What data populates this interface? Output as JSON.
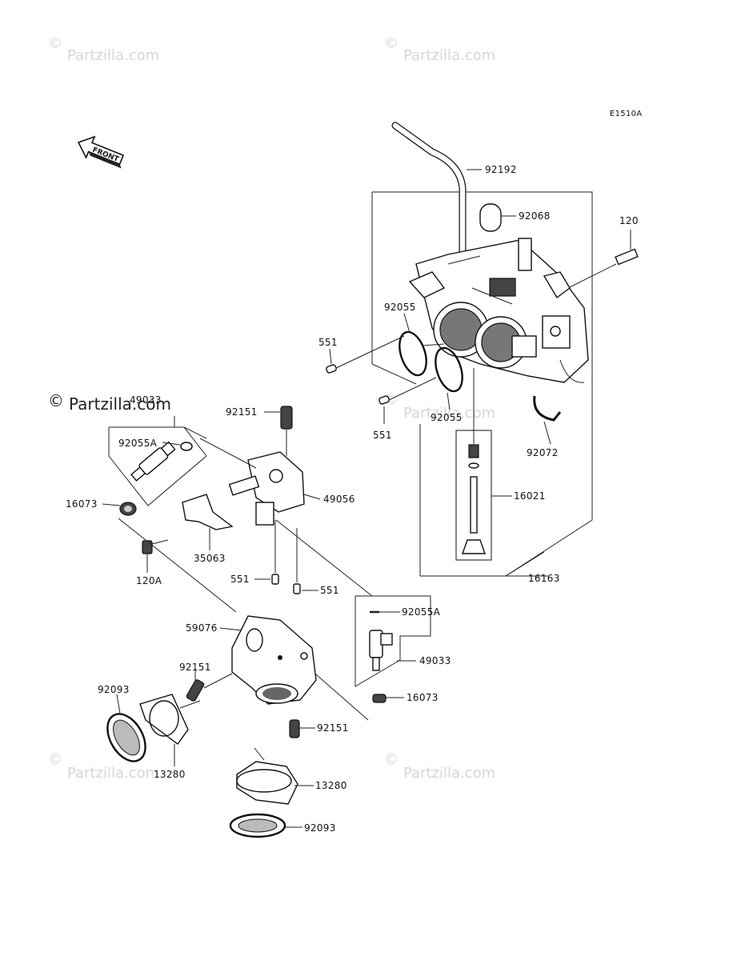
{
  "diagram_code": "E1510A",
  "front_label": "FRONT",
  "watermarks": {
    "text": "Partzilla.com",
    "copyright": "©"
  },
  "callouts": {
    "c92192": "92192",
    "c92068": "92068",
    "c120": "120",
    "c92055_top": "92055",
    "c551_left": "551",
    "c551_mid": "551",
    "c92055_bottom": "92055",
    "c92072": "92072",
    "c16021": "16021",
    "c16163": "16163",
    "c49033_top": "49033",
    "c92055A_top": "92055A",
    "c16073_left": "16073",
    "c92151_top": "92151",
    "c49056": "49056",
    "c35063": "35063",
    "c120A": "120A",
    "c551_low_left": "551",
    "c551_low_right": "551",
    "c92055A_right": "92055A",
    "c59076": "59076",
    "c49033_right": "49033",
    "c92151_mid": "92151",
    "c16073_right": "16073",
    "c92093_left": "92093",
    "c92151_low": "92151",
    "c13280_left": "13280",
    "c13280_right": "13280",
    "c92093_bottom": "92093"
  }
}
